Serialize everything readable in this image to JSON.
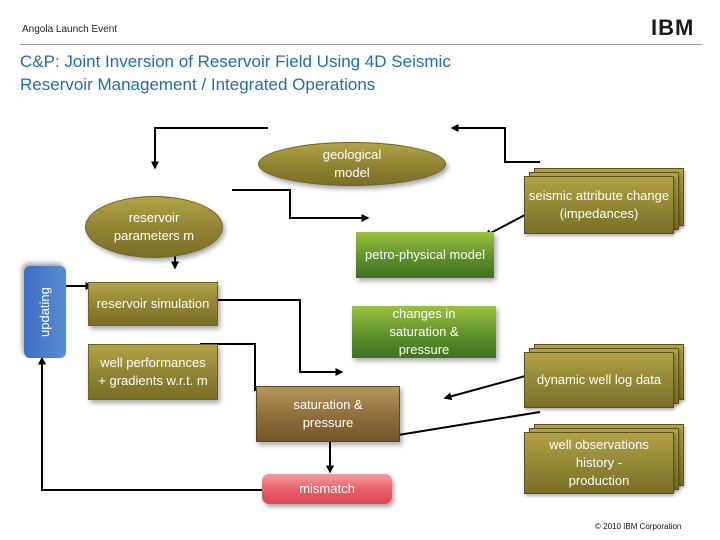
{
  "header": {
    "event": "Angola Launch Event",
    "brand": "IBM",
    "title_line1": "C&P: Joint Inversion of Reservoir Field Using 4D Seismic",
    "title_line2": "Reservoir Management / Integrated Operations"
  },
  "diagram": {
    "geological_model": "geological model",
    "reservoir_parameters": "reservoir parameters m",
    "petro_physical_model": "petro-physical model",
    "reservoir_simulation": "reservoir simulation",
    "changes_saturation_pressure": "changes in saturation & pressure",
    "well_performances": "well performances + gradients w.r.t. m",
    "saturation_pressure": "saturation & pressure",
    "mismatch": "mismatch",
    "updating": "updating",
    "seismic_attribute_change": "seismic attribute change (impedances)",
    "dynamic_well_log": "dynamic well log data",
    "well_observations": "well observations history - production"
  },
  "colors": {
    "title_blue": "#1f6faa",
    "olive": "#8f8232",
    "green": "#5a8d2a",
    "brown": "#8b6a36",
    "pink": "#e85d67",
    "blue": "#3d6fc0"
  },
  "footer": {
    "copyright": "© 2010 IBM Corporation"
  }
}
